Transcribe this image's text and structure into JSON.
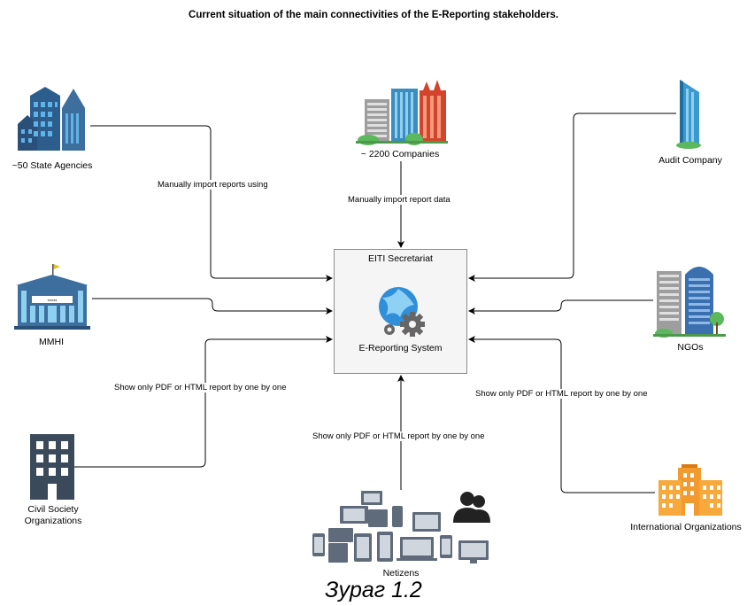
{
  "title": "Current situation of the main connectivities of the E-Reporting stakeholders.",
  "center": {
    "header": "EITI Secretariat",
    "system": "E-Reporting System"
  },
  "nodes": {
    "state_agencies": "~50 State Agencies",
    "companies": "~ 2200 Companies",
    "audit": "Audit Company",
    "mmhi": "MMHI",
    "ngos": "NGOs",
    "civil_society_line1": "Civil Society",
    "civil_society_line2": "Organizations",
    "netizens": "Netizens",
    "international": "International Organizations"
  },
  "edges": {
    "state_agencies": "Manually import reports using",
    "companies": "Manually import report data",
    "civil_society": "Show only PDF or HTML report by one by one",
    "netizens": "Show only PDF or HTML report by one by one",
    "international": "Show only PDF or HTML report by one by one"
  },
  "caption": "Зураг 1.2"
}
